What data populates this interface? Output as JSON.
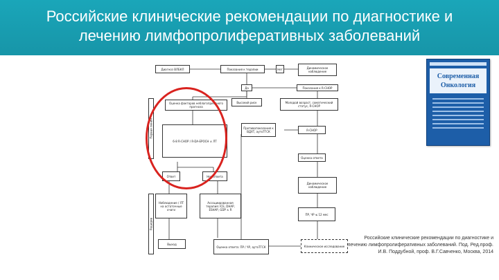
{
  "slide": {
    "title": "Российские клинические рекомендации по диагностике и лечению лимфопролиферативных заболеваний",
    "accent_color": "#1aa6b9",
    "highlight_color": "#d9231f"
  },
  "book": {
    "title": "Современная Онкология"
  },
  "caption": {
    "text": "Российские клинические рекомендации по диагностике и лечению лимфопролиферативных заболеваний. Под. Ред.проф. И.В. Поддубной, проф. В.Г.Савченко, Москва, 2014"
  },
  "flowchart": {
    "top_left": "Диагноз ВЛБКЛ",
    "top_mid": "Показания к терапии",
    "top_no": "Нет",
    "top_right": "Динамическое наблюдение",
    "yes": "Да",
    "right_yes": "Показания к R-CHOP",
    "left_risk": "Оценка факторов неблагоприятного прогноза",
    "high_risk": "Высокий риск",
    "mid_right": "Молодой возраст, соматический статус, R-CHOP",
    "left_regimen": "6-8 R-CHOP / R-DA-EPOCH ± ЛТ",
    "mid_box": "Противопоказания к ВДХТ, аутоТГСК",
    "right_rchop": "R-CHOP",
    "right_cr": "Оценка ответа",
    "left_resp": "Ответ",
    "mid_resp": "Нет ответа",
    "right_obs": "Динамическое наблюдение",
    "left_lower": "Наблюдение / ЛТ на остаточные очаги",
    "mid_lower": "Ассоциированная терапия: ICE, DHAP, ESHAP, GDP ± R",
    "right_lower": "ПР, ЧР ≤ 12 мес",
    "bottom_left": "Выход",
    "bottom_mid": "Оценка ответа: ПР / ЧР, аутоТГСК",
    "bottom_right": "Клиническое исследование",
    "side_top": "Первая линия",
    "side_bottom": "Рецидив"
  }
}
